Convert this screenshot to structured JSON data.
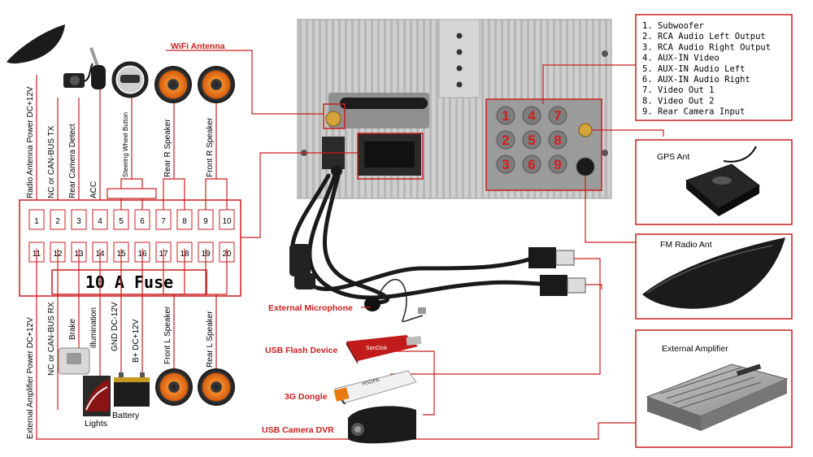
{
  "labels": {
    "wifi": "WiFi Antenna",
    "mic": "External Microphone",
    "usb_flash": "USB Flash Device",
    "dongle": "3G Dongle",
    "usb_cam": "USB Camera DVR",
    "gps": "GPS Ant",
    "fm": "FM Radio Ant",
    "amp": "External Amplifier",
    "fuse": "10 A Fuse",
    "lights": "Lights",
    "battery": "Battery",
    "sandisk": "SanDisk",
    "hsdpa": "HSDPA"
  },
  "rca_list": [
    "1. Subwoofer",
    "2. RCA Audio Left Output",
    "3. RCA Audio Right Output",
    "4. AUX-IN Video",
    "5. AUX-IN Audio Left",
    "6. AUX-IN Audio Right",
    "7. Video Out 1",
    "8. Video Out 2",
    "9. Rear Camera Input"
  ],
  "rca_port_numbers": [
    "1",
    "4",
    "7",
    "2",
    "5",
    "8",
    "3",
    "6",
    "9"
  ],
  "pins_top": [
    "1",
    "2",
    "3",
    "4",
    "5",
    "6",
    "7",
    "8",
    "9",
    "10"
  ],
  "pins_bottom": [
    "11",
    "12",
    "13",
    "14",
    "15",
    "16",
    "17",
    "18",
    "19",
    "20"
  ],
  "top_wires": [
    "Radio Antenna Power DC+12V",
    "NC or CAN-BUS TX",
    "Rear Camera Detect",
    "ACC",
    "Steering Wheel Button",
    "Rear R Speaker",
    "Front R Speaker"
  ],
  "bottom_wires": [
    "External Amplifier Power DC+12V",
    "NC or CAN-BUS RX",
    "Brake",
    "illumination",
    "GND DC-12V",
    "B+ DC+12V",
    "Front L Speaker",
    "Rear L Speaker"
  ],
  "colors": {
    "accent_red": "#cc1e1e",
    "unit_gray": "#c8c8c8",
    "speaker_orange": "#e8731a"
  }
}
